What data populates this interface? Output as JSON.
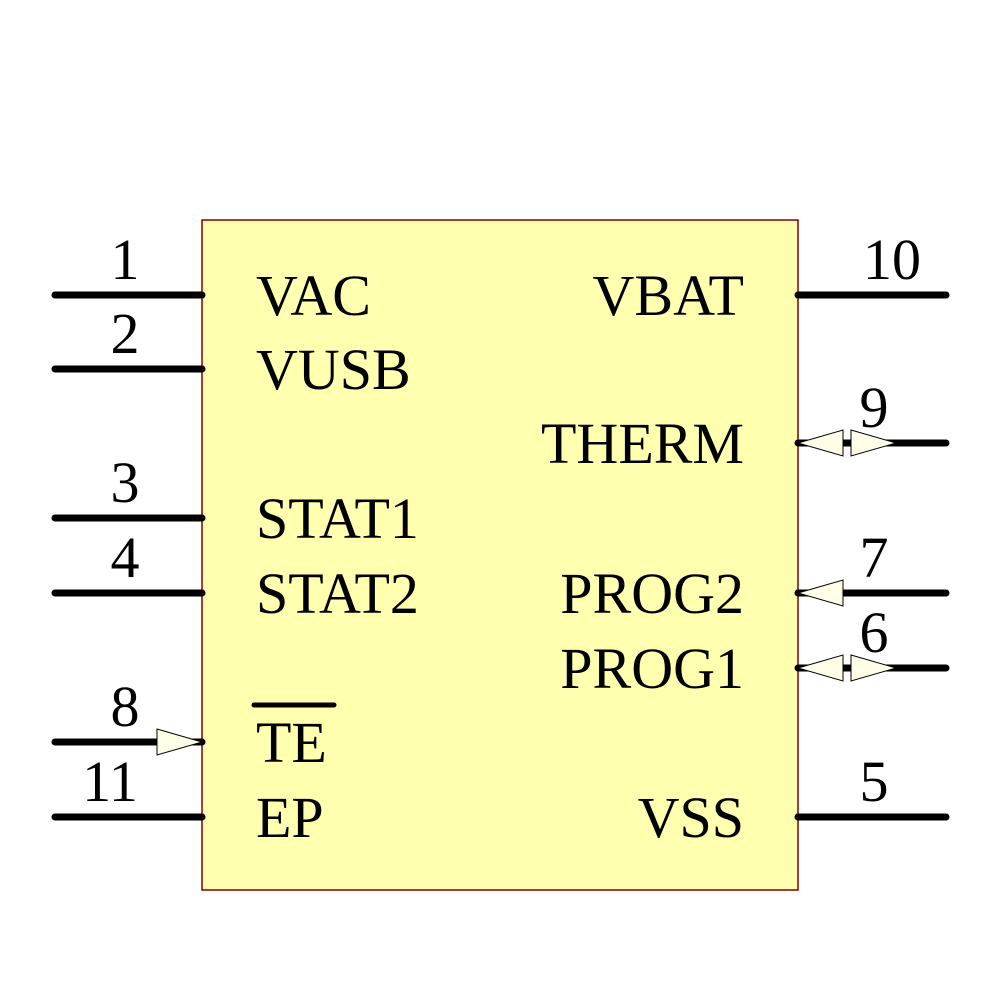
{
  "component": {
    "body": {
      "fill": "#FFFFB0",
      "stroke": "#800000"
    },
    "left_pins": [
      {
        "number": "1",
        "name": "VAC",
        "type": "passive"
      },
      {
        "number": "2",
        "name": "VUSB",
        "type": "passive"
      },
      {
        "number": "3",
        "name": "STAT1",
        "type": "passive"
      },
      {
        "number": "4",
        "name": "STAT2",
        "type": "passive"
      },
      {
        "number": "8",
        "name": "TE",
        "type": "input",
        "active_low": true
      },
      {
        "number": "11",
        "name": "EP",
        "type": "passive"
      }
    ],
    "right_pins": [
      {
        "number": "10",
        "name": "VBAT",
        "type": "passive"
      },
      {
        "number": "9",
        "name": "THERM",
        "type": "bidirectional"
      },
      {
        "number": "7",
        "name": "PROG2",
        "type": "input"
      },
      {
        "number": "6",
        "name": "PROG1",
        "type": "bidirectional"
      },
      {
        "number": "5",
        "name": "VSS",
        "type": "passive"
      }
    ]
  }
}
